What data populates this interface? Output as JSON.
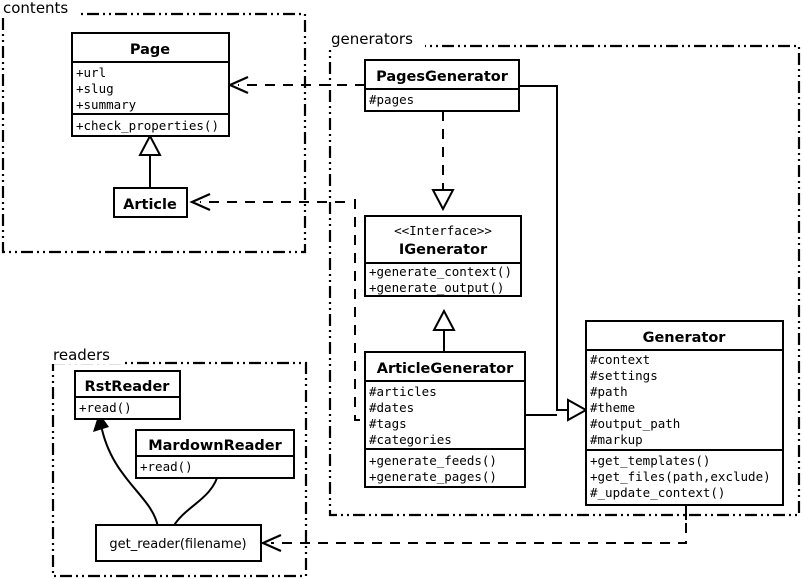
{
  "diagram": {
    "title": "Pelican static site generator UML class diagram",
    "background": "#ffffff",
    "line_color": "#000000"
  },
  "packages": [
    {
      "id": "contents",
      "label": "contents"
    },
    {
      "id": "generators",
      "label": "generators"
    },
    {
      "id": "readers",
      "label": "readers"
    }
  ],
  "classes": {
    "page": {
      "name": "Page",
      "attributes": [
        "+url",
        "+slug",
        "+summary"
      ],
      "operations": [
        "+check_properties()"
      ]
    },
    "article": {
      "name": "Article",
      "attributes": [],
      "operations": []
    },
    "pages_generator": {
      "name": "PagesGenerator",
      "attributes": [
        "#pages"
      ],
      "operations": []
    },
    "igenerator": {
      "stereotype": "<<Interface>>",
      "name": "IGenerator",
      "attributes": [],
      "operations": [
        "+generate_context()",
        "+generate_output()"
      ]
    },
    "article_generator": {
      "name": "ArticleGenerator",
      "attributes": [
        "#articles",
        "#dates",
        "#tags",
        "#categories"
      ],
      "operations": [
        "+generate_feeds()",
        "+generate_pages()"
      ]
    },
    "generator": {
      "name": "Generator",
      "attributes": [
        "#context",
        "#settings",
        "#path",
        "#theme",
        "#output_path",
        "#markup"
      ],
      "operations": [
        "+get_templates()",
        "+get_files(path,exclude)",
        "#_update_context()"
      ]
    },
    "rst_reader": {
      "name": "RstReader",
      "attributes": [],
      "operations": [
        "+read()"
      ]
    },
    "mardown_reader": {
      "name": "MardownReader",
      "attributes": [],
      "operations": [
        "+read()"
      ]
    },
    "get_reader": {
      "name": "get_reader(filename)"
    }
  },
  "relationships": [
    {
      "id": "article-inherits-page",
      "type": "generalization",
      "from": "Article",
      "to": "Page"
    },
    {
      "id": "pagesgenerator-realizes-igenerator",
      "type": "realization",
      "from": "PagesGenerator",
      "to": "IGenerator"
    },
    {
      "id": "articlegenerator-realizes-igenerator",
      "type": "realization",
      "from": "ArticleGenerator",
      "to": "IGenerator"
    },
    {
      "id": "pagesgenerator-inherits-generator",
      "type": "generalization",
      "from": "PagesGenerator",
      "to": "Generator"
    },
    {
      "id": "articlegenerator-inherits-generator",
      "type": "generalization",
      "from": "ArticleGenerator",
      "to": "Generator"
    },
    {
      "id": "pagesgenerator-uses-page",
      "type": "dependency",
      "from": "PagesGenerator",
      "to": "Page"
    },
    {
      "id": "generators-uses-article",
      "type": "dependency",
      "from": "generators",
      "to": "Article"
    },
    {
      "id": "generator-uses-getreader",
      "type": "dependency",
      "from": "Generator",
      "to": "get_reader(filename)"
    },
    {
      "id": "getreader-returns-rstreader",
      "type": "instantiation",
      "from": "get_reader(filename)",
      "to": "RstReader"
    },
    {
      "id": "getreader-returns-mardownreader",
      "type": "instantiation",
      "from": "get_reader(filename)",
      "to": "MardownReader"
    }
  ]
}
